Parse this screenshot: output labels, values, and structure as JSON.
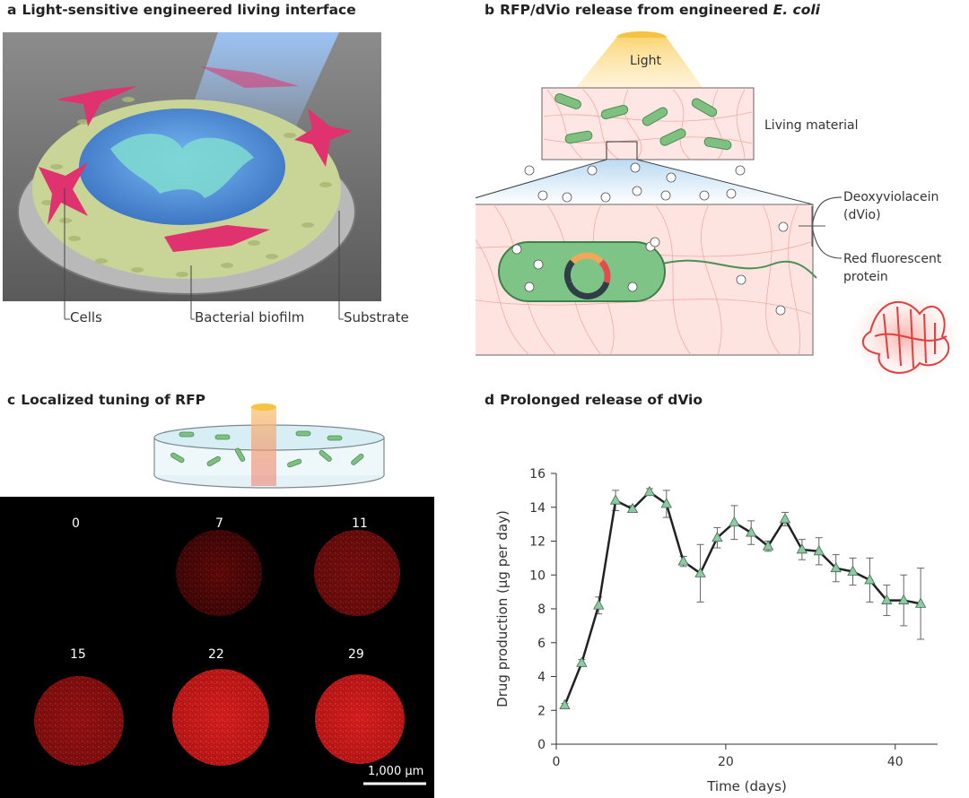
{
  "panel_a": {
    "letter": "a",
    "title": "Light-sensitive engineered living interface",
    "labels": [
      "Cells",
      "Bacterial biofilm",
      "Substrate"
    ]
  },
  "panel_b": {
    "letter": "b",
    "title_prefix": "RFP/dVio release from engineered ",
    "title_italic": "E. coli",
    "light": "Light",
    "living_material": "Living material",
    "dvio_line1": "Deoxyviolacein",
    "dvio_line2": "(dVio)",
    "rfp_line1": "Red fluorescent",
    "rfp_line2": "protein"
  },
  "panel_c": {
    "letter": "c",
    "title": "Localized tuning of RFP",
    "spot_labels": [
      "0",
      "7",
      "11",
      "15",
      "22",
      "29"
    ],
    "scalebar": "1,000 μm"
  },
  "panel_d": {
    "letter": "d",
    "title": "Prolonged release of dVio"
  },
  "colors": {
    "line": "#222222",
    "marker": "#8fc9a3",
    "rfp": "#d81e1e"
  },
  "chart_data": {
    "type": "line",
    "title": "Prolonged release of dVio",
    "xlabel": "Time (days)",
    "ylabel": "Drug production (μg per day)",
    "xlim": [
      0,
      45
    ],
    "ylim": [
      0,
      16
    ],
    "xticks": [
      0,
      20,
      40
    ],
    "yticks": [
      0,
      2,
      4,
      6,
      8,
      10,
      12,
      14,
      16
    ],
    "grid": false,
    "marker": "triangle",
    "series": [
      {
        "x": [
          1,
          3,
          5,
          7,
          9,
          11,
          13,
          15,
          17,
          19,
          21,
          23,
          25,
          27,
          29,
          31,
          33,
          35,
          37,
          39,
          41,
          43
        ],
        "y": [
          2.3,
          4.8,
          8.2,
          14.4,
          13.9,
          14.9,
          14.2,
          10.8,
          10.1,
          12.2,
          13.1,
          12.5,
          11.7,
          13.3,
          11.5,
          11.4,
          10.4,
          10.2,
          9.7,
          8.5,
          8.5,
          8.3
        ],
        "error": [
          0.1,
          0.2,
          0.5,
          0.6,
          0.2,
          0.2,
          0.8,
          0.3,
          1.7,
          0.6,
          1.0,
          0.7,
          0.3,
          0.4,
          0.6,
          0.8,
          0.8,
          0.8,
          1.3,
          0.9,
          1.5,
          2.1
        ]
      }
    ]
  }
}
